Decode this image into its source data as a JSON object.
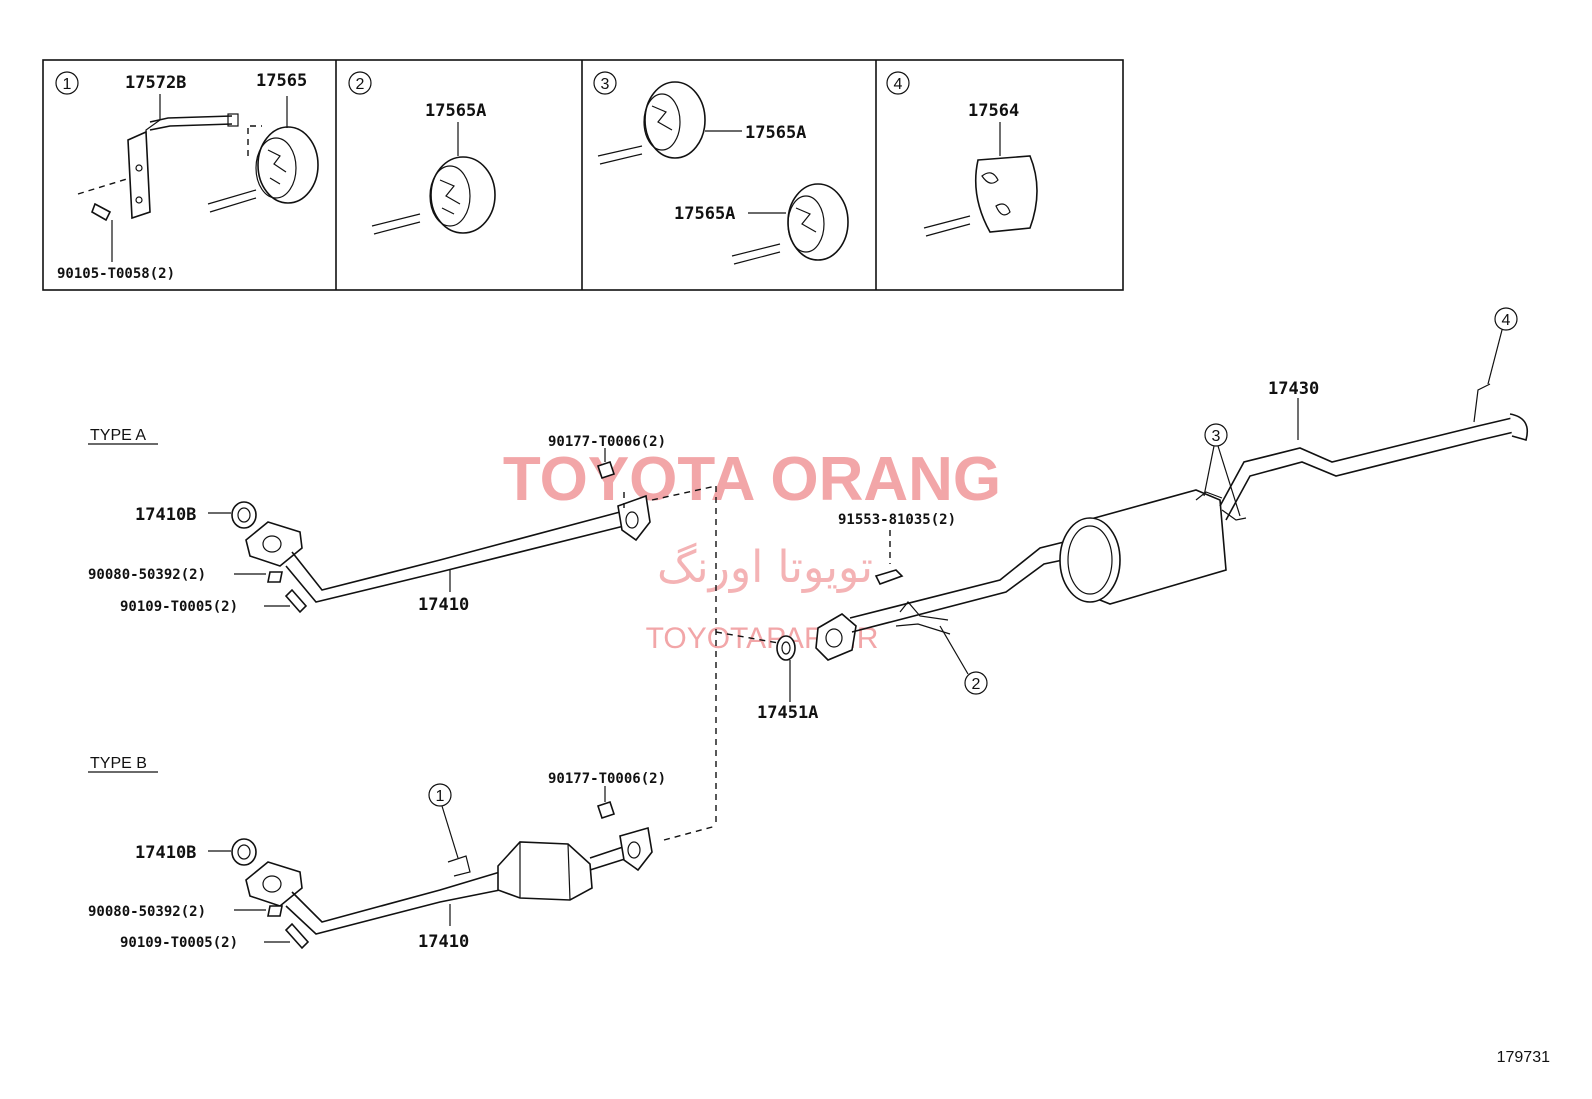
{
  "panels": [
    {
      "num": "1",
      "labels": [
        "17572B",
        "17565",
        "90105-T0058(2)"
      ]
    },
    {
      "num": "2",
      "labels": [
        "17565A"
      ]
    },
    {
      "num": "3",
      "labels": [
        "17565A",
        "17565A"
      ]
    },
    {
      "num": "4",
      "labels": [
        "17564"
      ]
    }
  ],
  "type_a": {
    "title": "TYPE A",
    "gasket": "17410B",
    "spring": "90080-50392(2)",
    "bolt": "90109-T0005(2)",
    "pipe": "17410",
    "nut": "90177-T0006(2)"
  },
  "type_b": {
    "title": "TYPE B",
    "gasket": "17410B",
    "spring": "90080-50392(2)",
    "bolt": "90109-T0005(2)",
    "pipe": "17410",
    "nut": "90177-T0006(2)",
    "callout": "1"
  },
  "rear": {
    "tailpipe": "17430",
    "bolt": "91553-81035(2)",
    "gasket": "17451A",
    "callout_2": "2",
    "callout_3": "3",
    "callout_4": "4"
  },
  "watermark": {
    "title": "TOYOTA ORANG",
    "persian": "تویوتا اورنگ",
    "site": "TOYOTAPART.IR"
  },
  "figure_id": "179731"
}
